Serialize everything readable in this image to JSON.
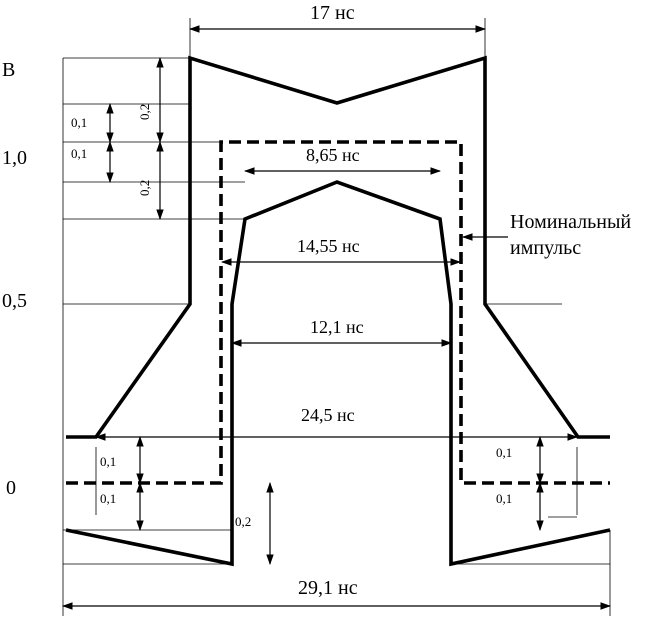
{
  "axis": {
    "unit": "В",
    "tick_1_0": "1,0",
    "tick_0_5": "0,5",
    "tick_0": "0"
  },
  "widths": {
    "top": "17 нс",
    "upper_plateau": "8,65 нс",
    "nominal_mid": "14,55 нс",
    "inner_half": "12,1 нс",
    "outer_level": "24,5 нс",
    "bottom": "29,1 нс"
  },
  "tolerances": {
    "upper_0_2_a": "0,2",
    "upper_0_2_b": "0,2",
    "upper_0_1_a": "0,1",
    "upper_0_1_b": "0,1",
    "lower_left_0_1_a": "0,1",
    "lower_left_0_1_b": "0,1",
    "lower_right_0_1_a": "0,1",
    "lower_right_0_1_b": "0,1",
    "lower_0_2": "0,2"
  },
  "legend": {
    "nominal_line1": "Номинальный",
    "nominal_line2": "импульс"
  }
}
